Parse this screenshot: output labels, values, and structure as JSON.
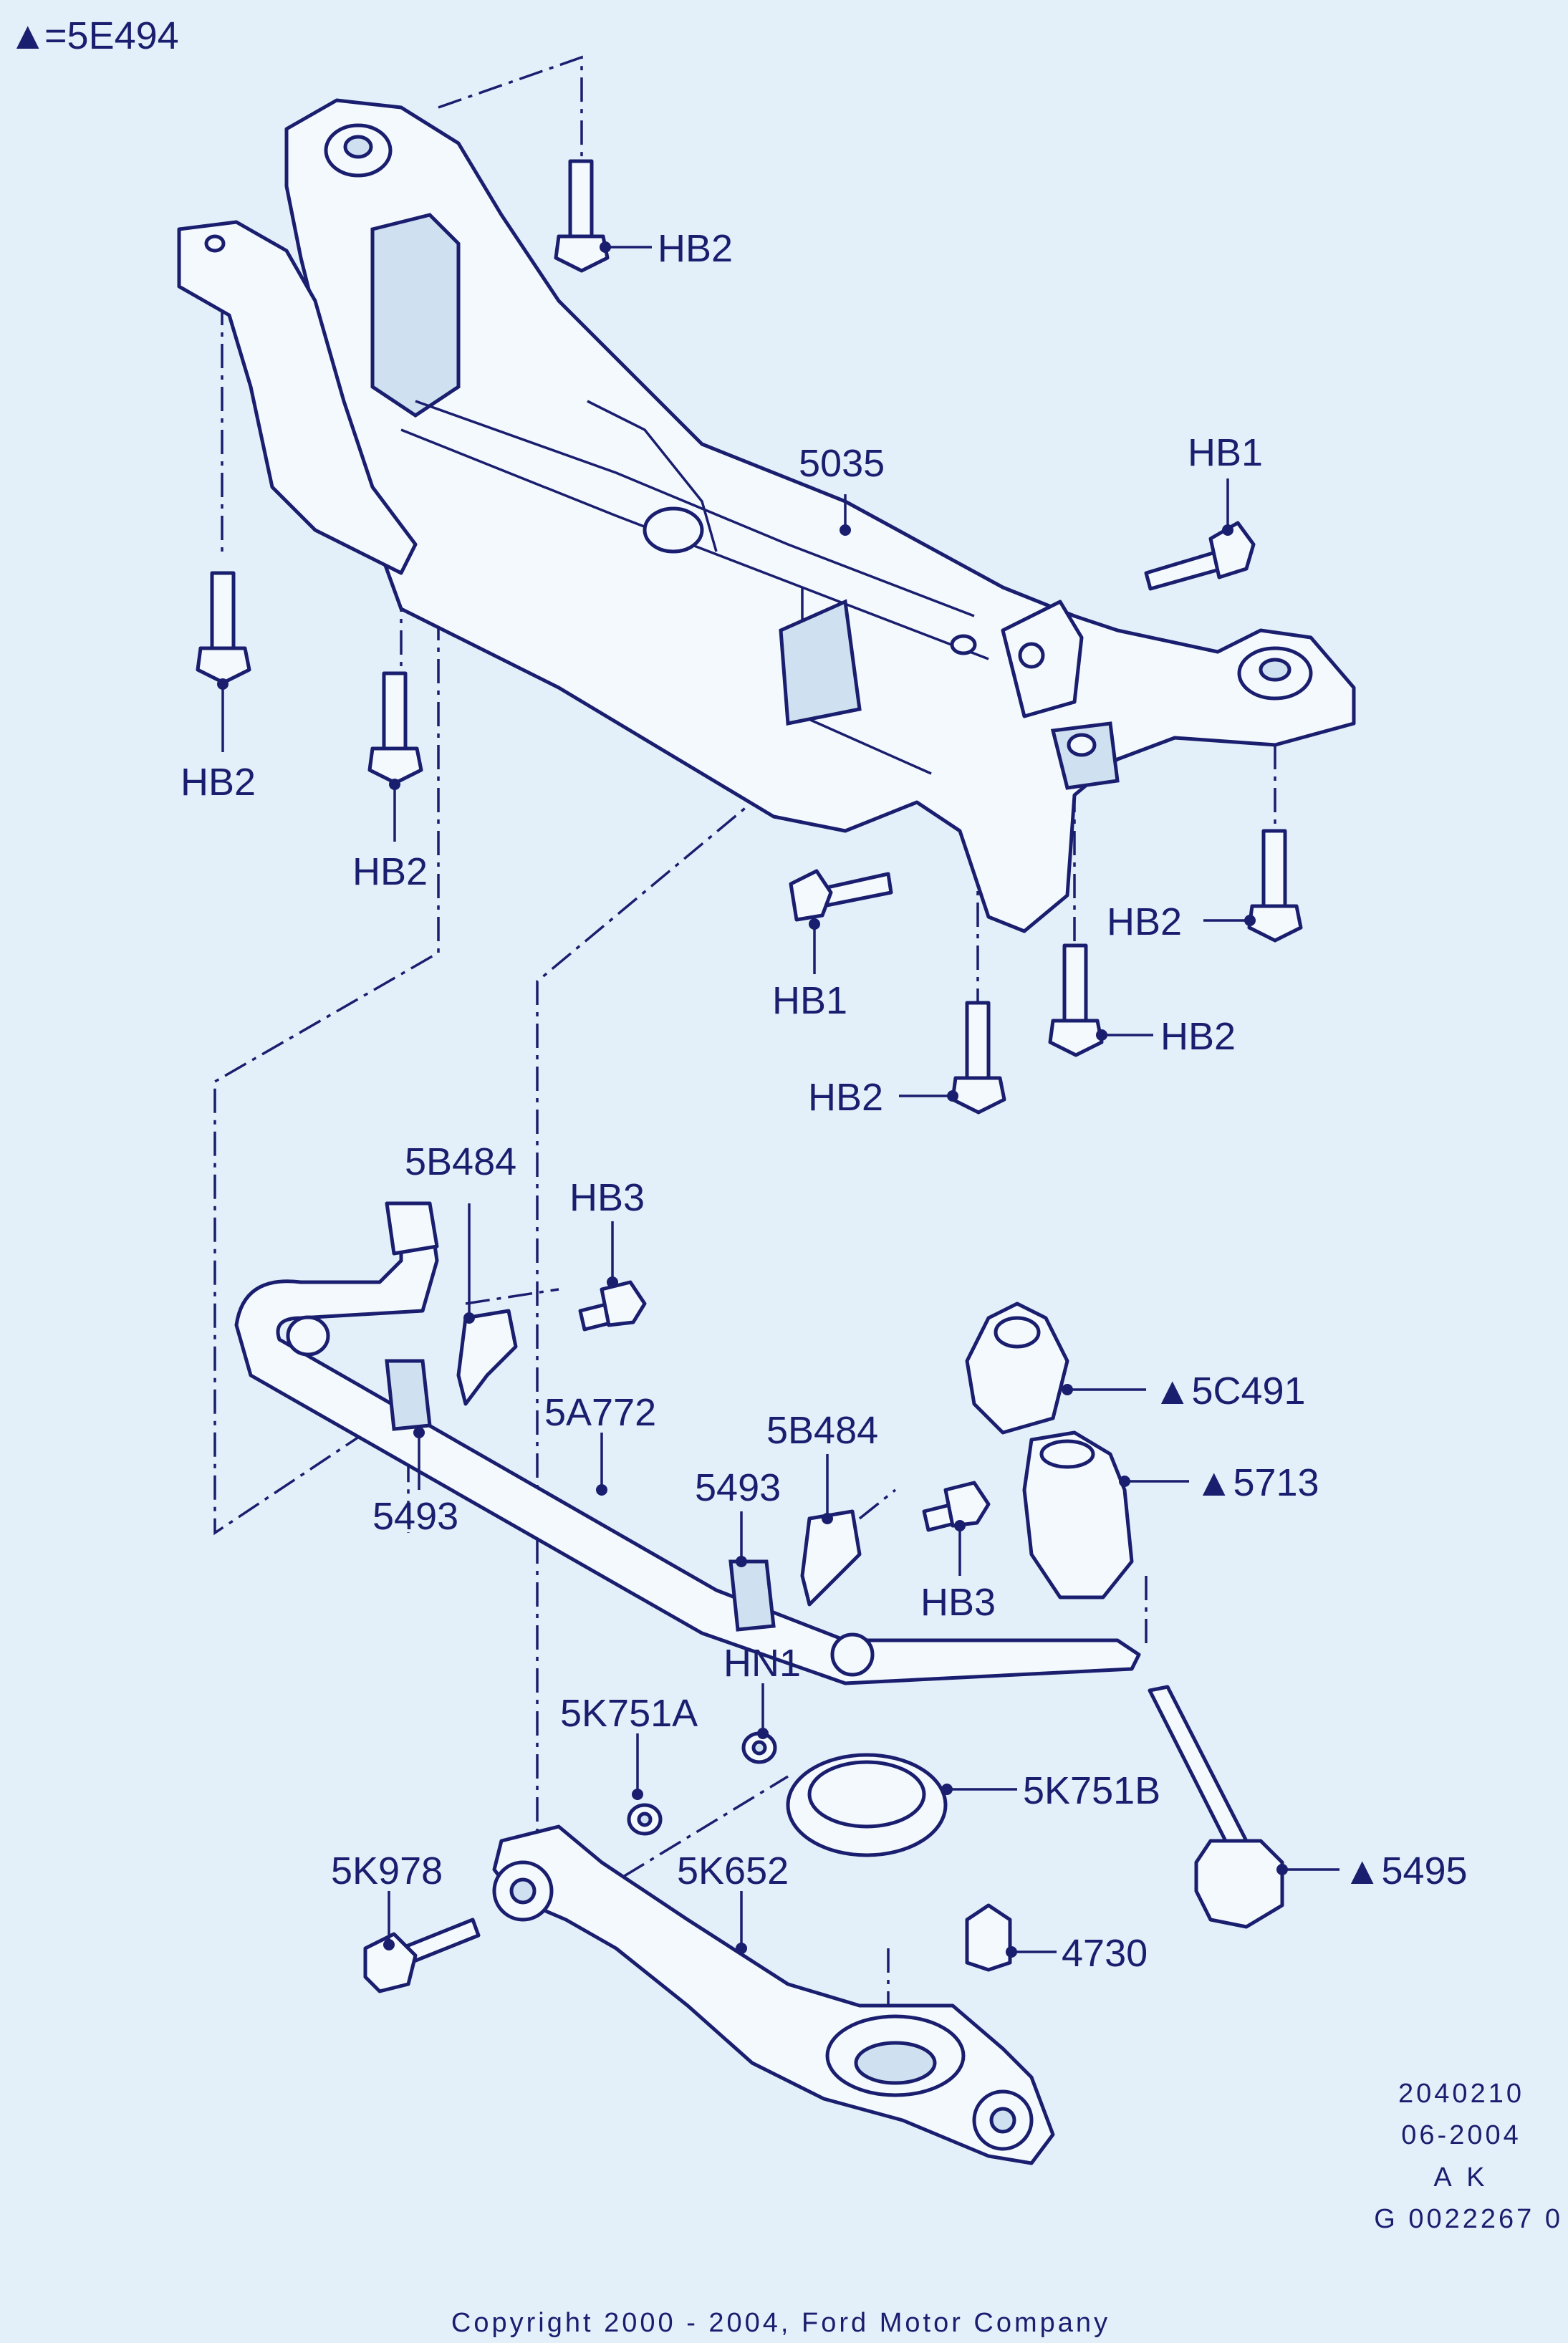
{
  "legend": {
    "marker": "▲",
    "text": "=5E494"
  },
  "callouts": [
    {
      "id": "hb2-top",
      "label": "HB2"
    },
    {
      "id": "5035",
      "label": "5035"
    },
    {
      "id": "hb1-right",
      "label": "HB1"
    },
    {
      "id": "hb2-left1",
      "label": "HB2"
    },
    {
      "id": "hb2-left2",
      "label": "HB2"
    },
    {
      "id": "hb1-mid",
      "label": "HB1"
    },
    {
      "id": "hb2-right1",
      "label": "HB2"
    },
    {
      "id": "hb2-right2",
      "label": "HB2"
    },
    {
      "id": "hb2-mid",
      "label": "HB2"
    },
    {
      "id": "5b484-a",
      "label": "5B484"
    },
    {
      "id": "hb3-a",
      "label": "HB3"
    },
    {
      "id": "5a772",
      "label": "5A772"
    },
    {
      "id": "5493-a",
      "label": "5493"
    },
    {
      "id": "5b484-b",
      "label": "5B484"
    },
    {
      "id": "5493-b",
      "label": "5493"
    },
    {
      "id": "hb3-b",
      "label": "HB3"
    },
    {
      "id": "5c491",
      "label": "▲5C491"
    },
    {
      "id": "5713",
      "label": "▲5713"
    },
    {
      "id": "hn1",
      "label": "HN1"
    },
    {
      "id": "5k751a",
      "label": "5K751A"
    },
    {
      "id": "5k751b",
      "label": "5K751B"
    },
    {
      "id": "5k978",
      "label": "5K978"
    },
    {
      "id": "5k652",
      "label": "5K652"
    },
    {
      "id": "5495",
      "label": "▲5495"
    },
    {
      "id": "4730",
      "label": "4730"
    }
  ],
  "info": {
    "code": "2040210",
    "date": "06-2004",
    "initials": "A K",
    "ref": "G 0022267 0"
  },
  "copyright": "Copyright 2000 - 2004, Ford Motor Company",
  "colors": {
    "background": "#e3f0fa",
    "ink": "#1a1e6e"
  }
}
